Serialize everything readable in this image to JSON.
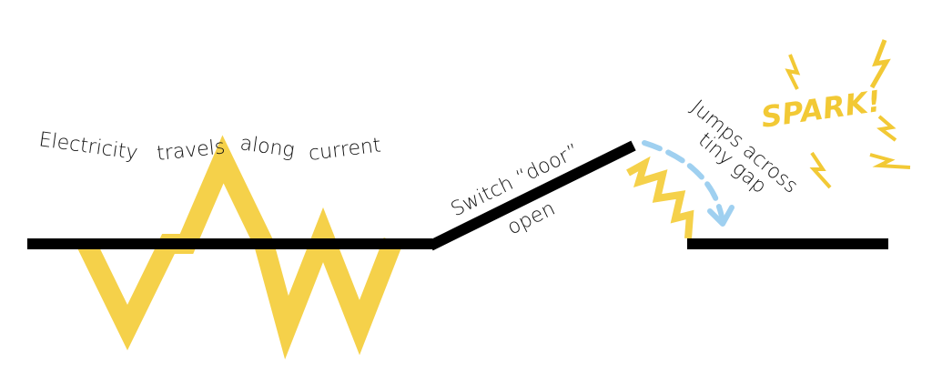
{
  "labels": {
    "word1": "Electricity",
    "word2": "travels",
    "word3": "along",
    "word4": "current",
    "switch_line1": "Switch “door”",
    "switch_line2": "open",
    "jump_line1": "Jumps across",
    "jump_line2": "tiny gap",
    "spark": "SPARK!"
  },
  "colors": {
    "wire": "#000000",
    "current": "#f5d14a",
    "arrow": "#9fd0f0",
    "spark": "#f2c935",
    "text": "#111111"
  },
  "icons": [
    "lightning-bolt-icon",
    "lightning-bolt-icon",
    "lightning-bolt-icon",
    "lightning-bolt-icon",
    "lightning-bolt-icon"
  ]
}
